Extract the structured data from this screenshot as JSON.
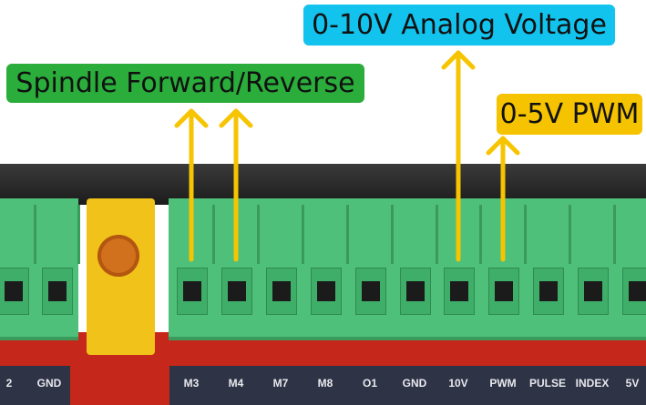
{
  "annotations": {
    "spindle": "Spindle Forward/Reverse",
    "analog": "0-10V Analog Voltage",
    "pwm": "0-5V PWM"
  },
  "colors": {
    "green_tag": "#2aad3b",
    "cyan_tag": "#12c3ee",
    "orange_tag": "#f6c300",
    "arrow": "#f6c400",
    "terminal": "#4fc07a",
    "board": "#c5271a"
  },
  "left_labels": [
    "2",
    "GND"
  ],
  "right_labels": [
    "M3",
    "M4",
    "M7",
    "M8",
    "O1",
    "GND",
    "10V",
    "PWM",
    "PULSE",
    "INDEX",
    "5V"
  ]
}
